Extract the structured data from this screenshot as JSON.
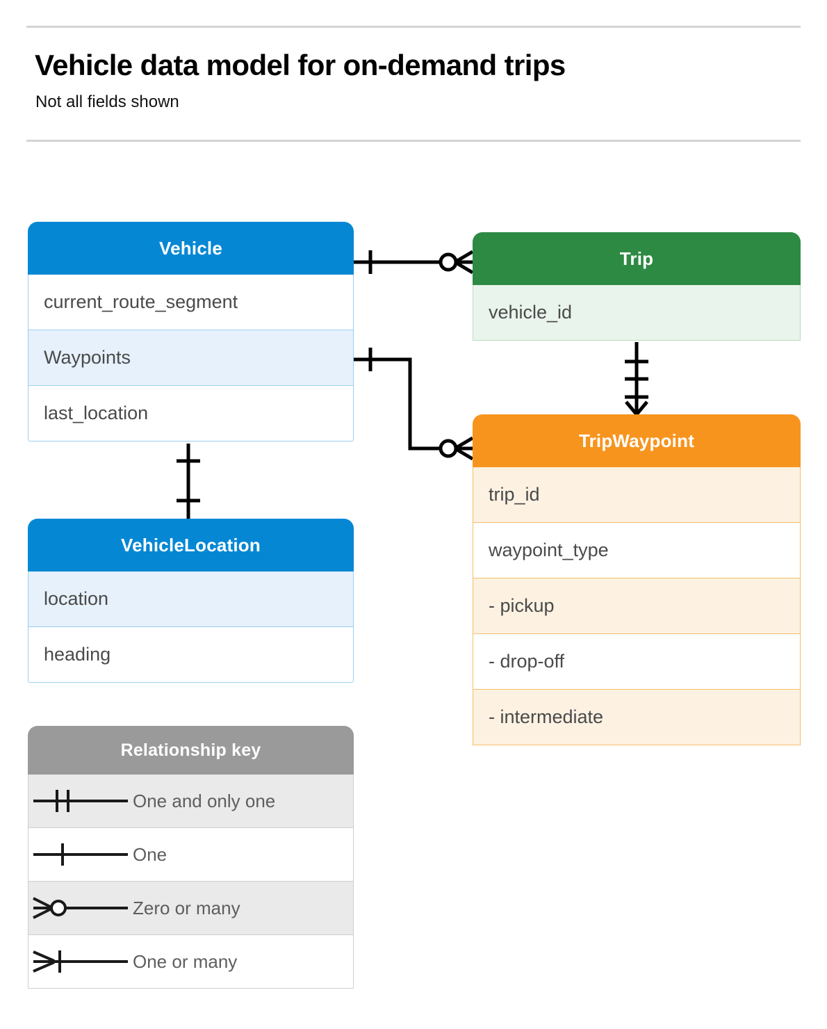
{
  "header": {
    "title": "Vehicle data model for on-demand trips",
    "subtitle": "Not all fields shown"
  },
  "colors": {
    "blue": "#0587d4",
    "blue_row_alt": "#e6f1fb",
    "blue_border": "#9ccef2",
    "green": "#2d8a43",
    "green_row_alt": "#e9f4ec",
    "green_border": "#b8ddc2",
    "orange": "#f7941e",
    "orange_row_alt": "#fdf2e2",
    "orange_border": "#f5be6a",
    "gray": "#9a9a9a",
    "gray_row_alt": "#eaeaea",
    "line": "#000000",
    "text": "#4a4a4a"
  },
  "entities": [
    {
      "id": "vehicle",
      "name": "Vehicle",
      "theme": "blue",
      "fields": [
        "current_route_segment",
        "Waypoints",
        "last_location"
      ]
    },
    {
      "id": "trip",
      "name": "Trip",
      "theme": "green",
      "fields": [
        "vehicle_id"
      ]
    },
    {
      "id": "tripwaypoint",
      "name": "TripWaypoint",
      "theme": "orange",
      "fields": [
        "trip_id",
        "waypoint_type",
        "-  pickup",
        "-  drop-off",
        "-  intermediate"
      ]
    },
    {
      "id": "vehiclelocation",
      "name": "VehicleLocation",
      "theme": "blue",
      "fields": [
        "location",
        "heading"
      ]
    }
  ],
  "legend": {
    "title": "Relationship key",
    "rows": [
      {
        "symbol": "one-and-only-one",
        "label": "One and only one"
      },
      {
        "symbol": "one",
        "label": "One"
      },
      {
        "symbol": "zero-or-many",
        "label": "Zero or many"
      },
      {
        "symbol": "one-or-many",
        "label": "One or many"
      }
    ]
  },
  "relationships": [
    {
      "id": "vehicle-trip",
      "from": "Vehicle",
      "to": "Trip",
      "from_cardinality": "One",
      "to_cardinality": "Zero or many"
    },
    {
      "id": "vehicle-waypoints-tripwaypoint",
      "from": "Vehicle.Waypoints",
      "to": "TripWaypoint",
      "from_cardinality": "One",
      "to_cardinality": "Zero or many"
    },
    {
      "id": "trip-tripwaypoint",
      "from": "Trip",
      "to": "TripWaypoint",
      "from_cardinality": "One and only one",
      "to_cardinality": "One or many"
    },
    {
      "id": "vehicle-vehiclelocation",
      "from": "Vehicle",
      "to": "VehicleLocation",
      "from_cardinality": "One",
      "to_cardinality": "One"
    }
  ]
}
